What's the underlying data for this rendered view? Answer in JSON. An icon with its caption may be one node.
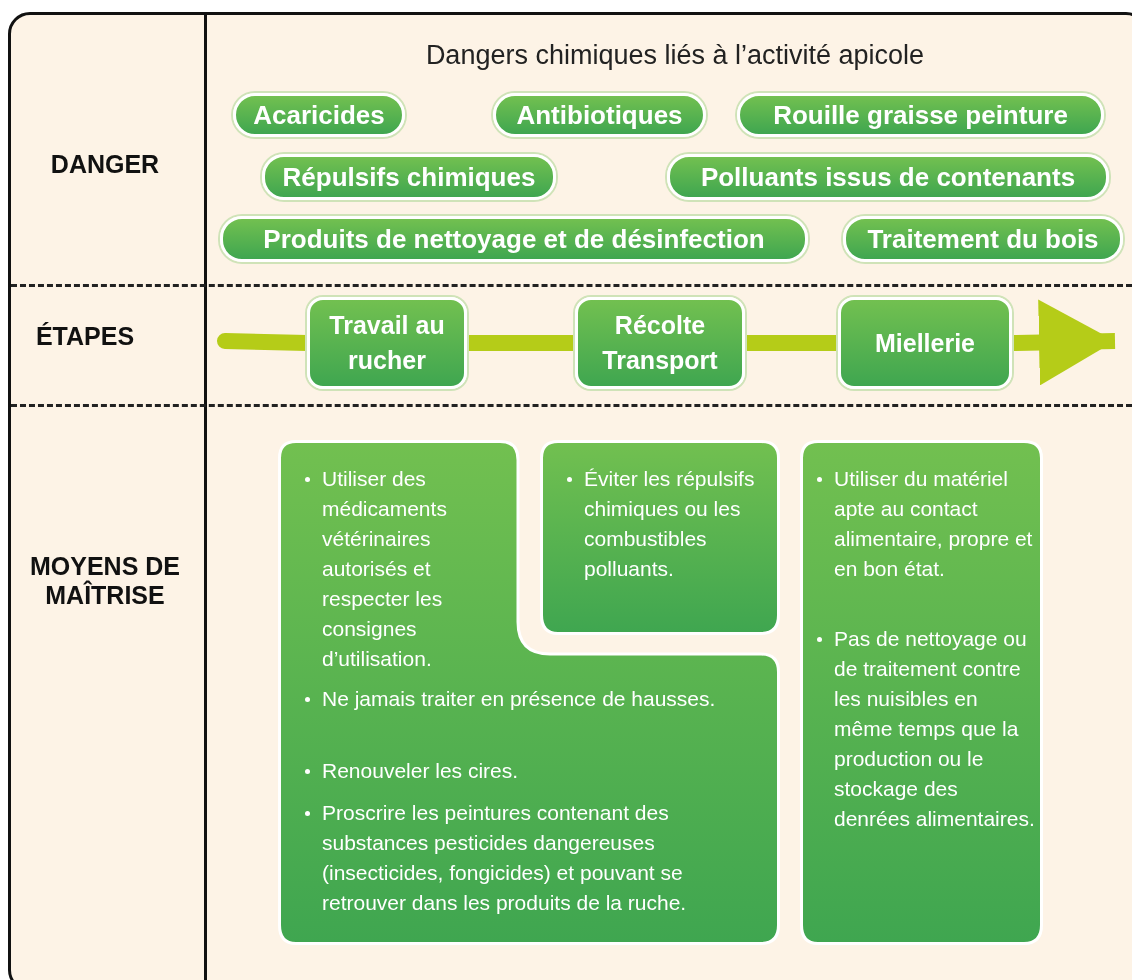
{
  "diagram": {
    "nodes": [
      {
        "text": [
          "Acaricides"
        ]
      },
      {
        "text": [
          "Antibiotiques"
        ]
      },
      {
        "text": [
          "Rouille graisse peinture"
        ]
      },
      {
        "text": [
          "Répulsifs chimiques"
        ]
      },
      {
        "text": [
          "Polluants issus de contenants"
        ]
      },
      {
        "text": [
          "Produits de nettoyage et de désinfection"
        ]
      },
      {
        "text": [
          "Traitement du bois"
        ]
      },
      {
        "text": [
          "Travail au rucher"
        ]
      },
      {
        "text": [
          "Récolte Transport"
        ]
      },
      {
        "text": [
          "Miellerie"
        ]
      },
      {
        "text": [
          "Utiliser des médicaments vétérinaires autorisés et respecter les consignes d’utilisation.",
          "Ne jamais traiter en présence de hausses.",
          "Renouveler les cires.",
          "Proscrire les peintures contenant des substances pesticides dangereuses (insecticides, fongicides) et pouvant se retrouver dans les produits de la ruche."
        ]
      },
      {
        "text": [
          "Éviter les répulsifs chimiques ou les combustibles polluants."
        ]
      },
      {
        "text": [
          "Utiliser du matériel apte au contact alimentaire, propre et en bon état.",
          "Pas de nettoyage ou de traitement contre les nuisibles en même temps que la production ou le stockage des denrées alimentaires."
        ]
      }
    ],
    "edges": [
      {
        "from": null,
        "to": 7,
        "arrow": "none"
      },
      {
        "from": 7,
        "to": 8,
        "arrow": "none"
      },
      {
        "from": 8,
        "to": 9,
        "arrow": "none"
      },
      {
        "from": 9,
        "to": null,
        "arrow": "to"
      }
    ],
    "labels": [
      "DANGER",
      "Dangers chimiques liés à l’activité apicole",
      "ÉTAPES",
      "MOYENS DE MAÎTRISE"
    ]
  }
}
